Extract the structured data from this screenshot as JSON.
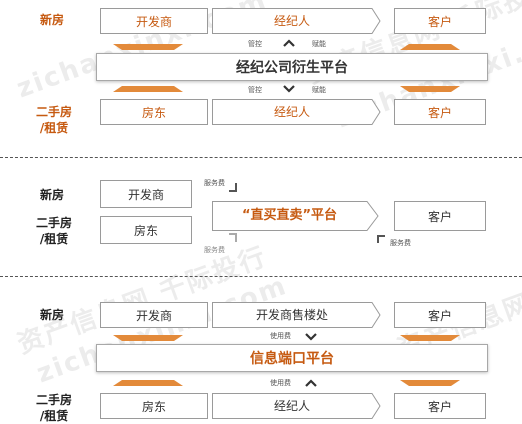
{
  "watermark": [
    "资产信息网 千际投行",
    "zichanxinxi.com"
  ],
  "section1": {
    "new_label": "新房",
    "second_label_line1": "二手房",
    "second_label_line2": "/租赁",
    "developer": "开发商",
    "agent_top": "经纪人",
    "client_top": "客户",
    "landlord": "房东",
    "agent_bottom": "经纪人",
    "client_bottom": "客户",
    "platform": "经纪公司衍生平台",
    "up_left": "管控",
    "up_right": "赋能",
    "down_left": "管控",
    "down_right": "赋能"
  },
  "section2": {
    "new_label": "新房",
    "second_label_line1": "二手房",
    "second_label_line2": "/租赁",
    "developer": "开发商",
    "landlord": "房东",
    "platform": "“直买直卖”平台",
    "client": "客户",
    "fee_top": "服务费",
    "fee_bottom": "服务费",
    "fee_right": "服务费"
  },
  "section3": {
    "new_label": "新房",
    "second_label_line1": "二手房",
    "second_label_line2": "/租赁",
    "developer": "开发商",
    "sales_office": "开发商售楼处",
    "client_top": "客户",
    "landlord": "房东",
    "agent": "经纪人",
    "client_bottom": "客户",
    "platform": "信息端口平台",
    "use_fee_top": "使用费",
    "use_fee_bottom": "使用费"
  },
  "colors": {
    "orange": "#c65a11",
    "arrow_orange": "#e38a3a",
    "grey_border": "#9a9a9a"
  }
}
